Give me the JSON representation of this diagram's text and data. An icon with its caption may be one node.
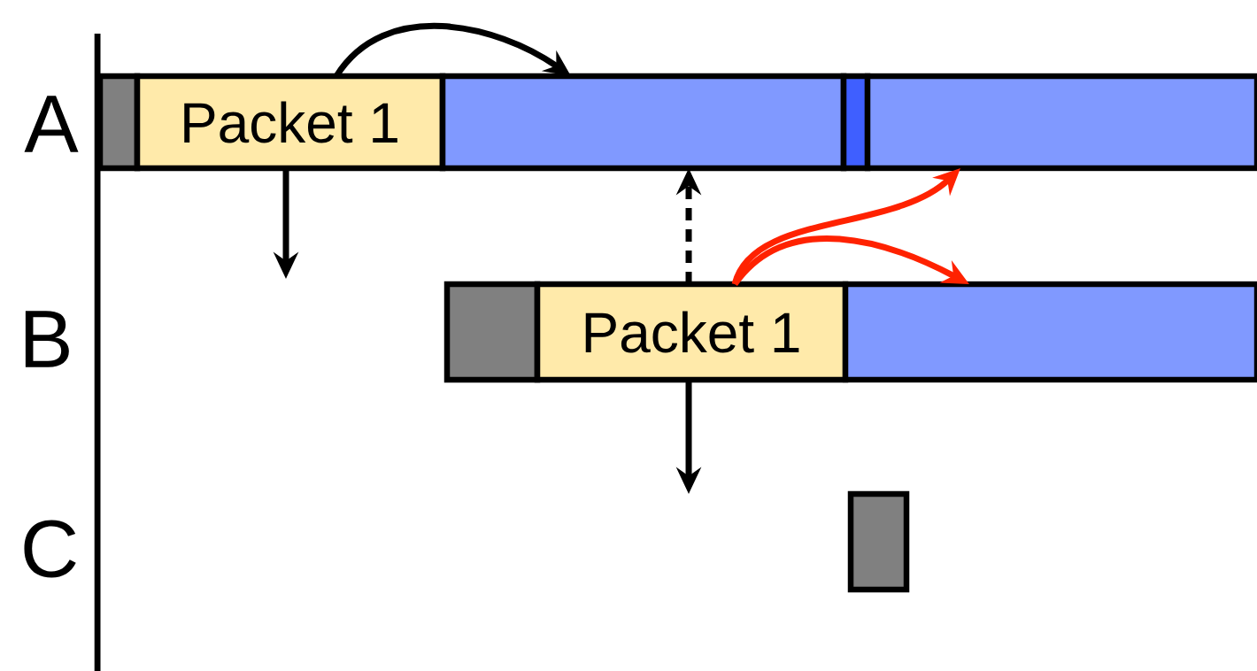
{
  "diagram": {
    "nodes": [
      {
        "text": [],
        "shape": "box"
      },
      {
        "text": [
          "Packet 1"
        ]
      },
      {
        "text": [],
        "shape": "box"
      },
      {
        "text": [],
        "shape": "box"
      },
      {
        "text": [],
        "shape": "box"
      },
      {
        "text": [],
        "shape": "box"
      },
      {
        "text": [
          "Packet 1"
        ]
      },
      {
        "text": [],
        "shape": "box"
      },
      {
        "text": [],
        "shape": "box"
      }
    ],
    "edges": [
      {
        "from": 1,
        "to": 2,
        "arrow": "to"
      },
      {
        "from": 1,
        "to": null,
        "arrow": "to"
      },
      {
        "from": 6,
        "to": 2,
        "arrow": "to",
        "style": "dashed"
      },
      {
        "from": 6,
        "to": 4,
        "arrow": "to",
        "color": "#ff2200"
      },
      {
        "from": 6,
        "to": 7,
        "arrow": "to",
        "color": "#ff2200"
      },
      {
        "from": 6,
        "to": null,
        "arrow": "to"
      }
    ],
    "labels": [
      "A",
      "B",
      "C"
    ]
  }
}
